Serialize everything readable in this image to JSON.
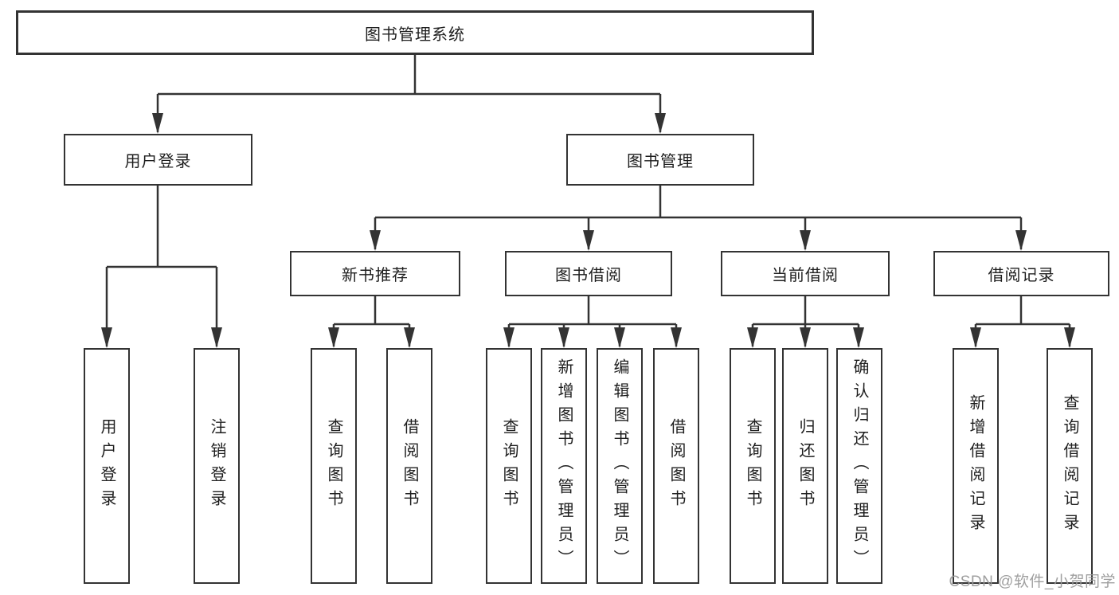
{
  "diagram": {
    "tree": {
      "label": "图书管理系统",
      "children": [
        {
          "label": "用户登录",
          "children": [
            {
              "label": "用户登录"
            },
            {
              "label": "注销登录"
            }
          ]
        },
        {
          "label": "图书管理",
          "children": [
            {
              "label": "新书推荐",
              "children": [
                {
                  "label": "查询图书"
                },
                {
                  "label": "借阅图书"
                }
              ]
            },
            {
              "label": "图书借阅",
              "children": [
                {
                  "label": "查询图书"
                },
                {
                  "label": "新增图书（管理员）"
                },
                {
                  "label": "编辑图书（管理员）"
                },
                {
                  "label": "借阅图书"
                }
              ]
            },
            {
              "label": "当前借阅",
              "children": [
                {
                  "label": "查询图书"
                },
                {
                  "label": "归还图书"
                },
                {
                  "label": "确认归还（管理员）"
                }
              ]
            },
            {
              "label": "借阅记录",
              "children": [
                {
                  "label": "新增借阅记录"
                },
                {
                  "label": "查询借阅记录"
                }
              ]
            }
          ]
        }
      ]
    },
    "watermark": "CSDN @软件_小贺同学",
    "colors": {
      "line": "#333333",
      "text": "#1e1e1e",
      "watermark": "#9a9a9a",
      "background": "#ffffff"
    }
  }
}
